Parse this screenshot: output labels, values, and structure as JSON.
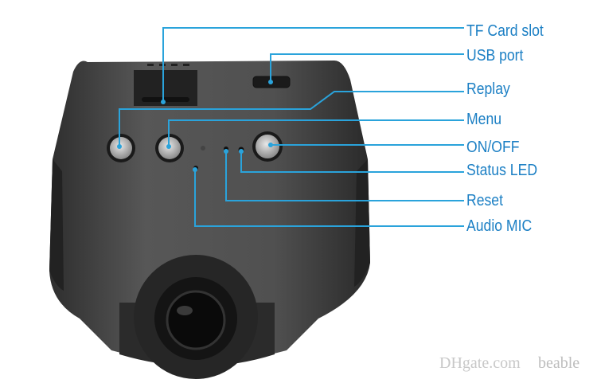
{
  "labels": {
    "tf_card_slot": "TF Card slot",
    "usb_port": "USB port",
    "replay": "Replay",
    "menu": "Menu",
    "on_off": "ON/OFF",
    "status_led": "Status LED",
    "reset": "Reset",
    "audio_mic": "Audio MIC"
  },
  "watermark": {
    "site": "DHgate.com",
    "seller": "beable"
  },
  "colors": {
    "callout_line": "#2aa3db",
    "label_text": "#1b7fc4",
    "body": "#3a3a3a"
  }
}
